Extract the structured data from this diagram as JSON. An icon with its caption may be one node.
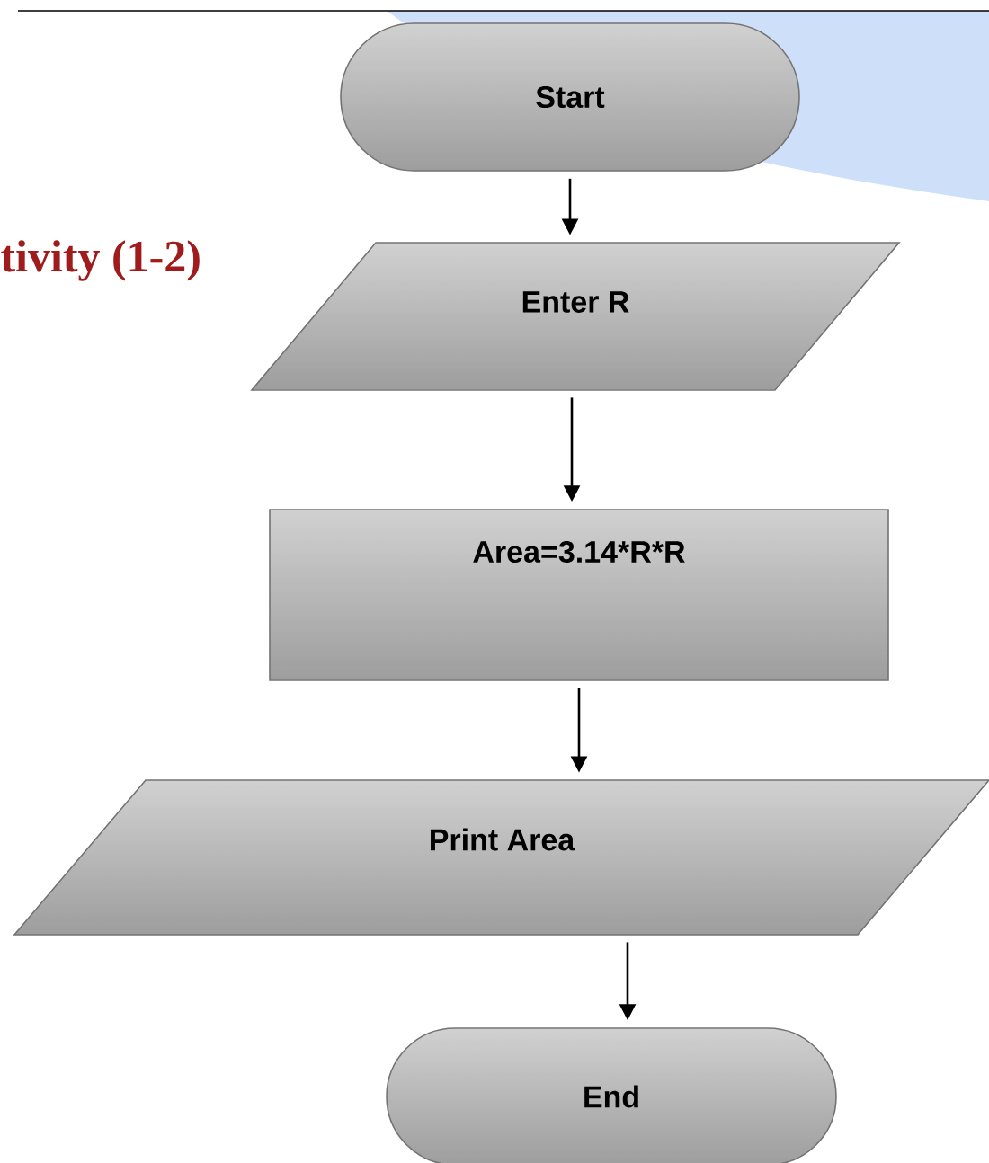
{
  "diagram": {
    "nodes": [
      {
        "text": [
          "Start"
        ]
      },
      {
        "text": [
          "Enter  R"
        ]
      },
      {
        "text": [
          "Area=3.14*R*R"
        ]
      },
      {
        "text": [
          "Print    Area"
        ]
      },
      {
        "text": [
          "End"
        ]
      }
    ],
    "edges": [
      {
        "from": 0,
        "to": 1,
        "arrow": "to"
      },
      {
        "from": 1,
        "to": 2,
        "arrow": "to"
      },
      {
        "from": 2,
        "to": 3,
        "arrow": "to"
      },
      {
        "from": 3,
        "to": 4,
        "arrow": "to"
      }
    ],
    "labels": [
      "tivity (1-2)"
    ]
  }
}
